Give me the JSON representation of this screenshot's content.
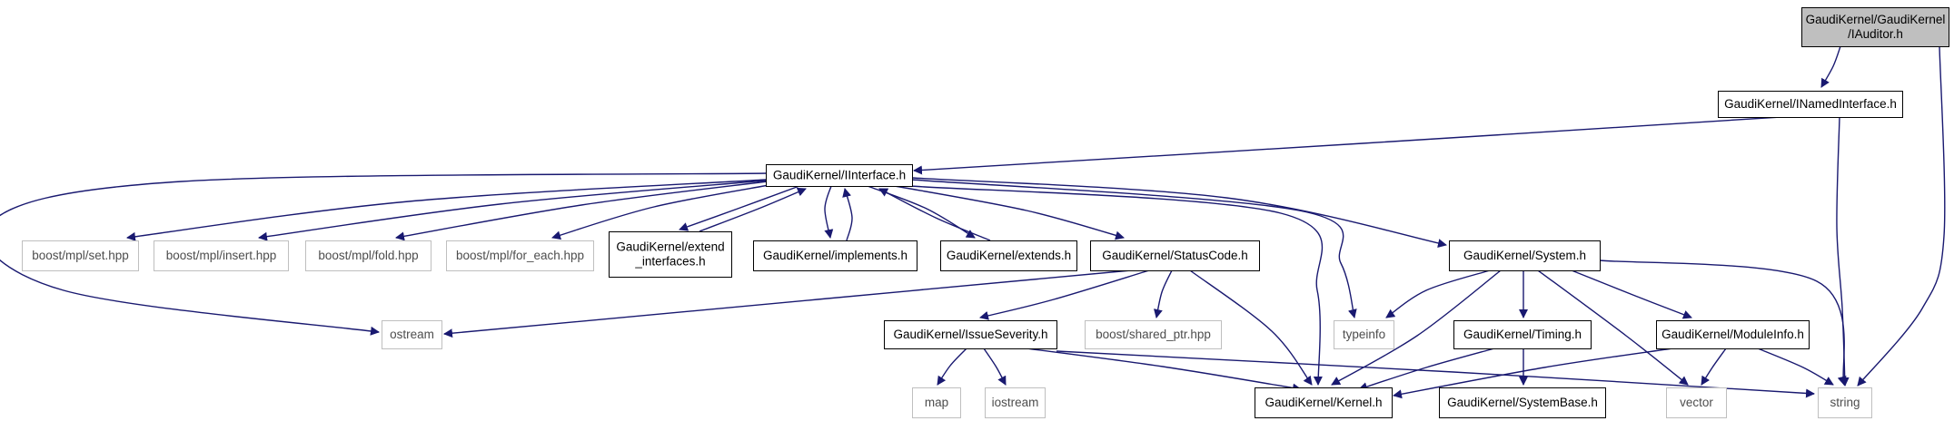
{
  "colors": {
    "edge": "#191970",
    "root_fill": "#bfbfbf",
    "documented_border": "#000000",
    "external_border": "#bfbfbf",
    "documented_text": "#000000",
    "external_text": "#4d4d4d"
  },
  "nodes": [
    {
      "id": "iauditor",
      "lines": [
        "GaudiKernel/GaudiKernel",
        "/IAuditor.h"
      ],
      "kind": "root"
    },
    {
      "id": "inamedinterface",
      "lines": [
        "GaudiKernel/INamedInterface.h"
      ],
      "kind": "documented"
    },
    {
      "id": "iinterface",
      "lines": [
        "GaudiKernel/IInterface.h"
      ],
      "kind": "documented"
    },
    {
      "id": "mpl_set",
      "lines": [
        "boost/mpl/set.hpp"
      ],
      "kind": "external"
    },
    {
      "id": "mpl_insert",
      "lines": [
        "boost/mpl/insert.hpp"
      ],
      "kind": "external"
    },
    {
      "id": "mpl_fold",
      "lines": [
        "boost/mpl/fold.hpp"
      ],
      "kind": "external"
    },
    {
      "id": "mpl_for_each",
      "lines": [
        "boost/mpl/for_each.hpp"
      ],
      "kind": "external"
    },
    {
      "id": "extend_interfaces",
      "lines": [
        "GaudiKernel/extend",
        "_interfaces.h"
      ],
      "kind": "documented"
    },
    {
      "id": "implements",
      "lines": [
        "GaudiKernel/implements.h"
      ],
      "kind": "documented"
    },
    {
      "id": "extends",
      "lines": [
        "GaudiKernel/extends.h"
      ],
      "kind": "documented"
    },
    {
      "id": "statuscode",
      "lines": [
        "GaudiKernel/StatusCode.h"
      ],
      "kind": "documented"
    },
    {
      "id": "system",
      "lines": [
        "GaudiKernel/System.h"
      ],
      "kind": "documented"
    },
    {
      "id": "ostream",
      "lines": [
        "ostream"
      ],
      "kind": "external"
    },
    {
      "id": "issueseverity",
      "lines": [
        "GaudiKernel/IssueSeverity.h"
      ],
      "kind": "documented"
    },
    {
      "id": "shared_ptr",
      "lines": [
        "boost/shared_ptr.hpp"
      ],
      "kind": "external"
    },
    {
      "id": "typeinfo",
      "lines": [
        "typeinfo"
      ],
      "kind": "external"
    },
    {
      "id": "timing",
      "lines": [
        "GaudiKernel/Timing.h"
      ],
      "kind": "documented"
    },
    {
      "id": "moduleinfo",
      "lines": [
        "GaudiKernel/ModuleInfo.h"
      ],
      "kind": "documented"
    },
    {
      "id": "map",
      "lines": [
        "map"
      ],
      "kind": "external"
    },
    {
      "id": "iostream",
      "lines": [
        "iostream"
      ],
      "kind": "external"
    },
    {
      "id": "kernel",
      "lines": [
        "GaudiKernel/Kernel.h"
      ],
      "kind": "documented"
    },
    {
      "id": "systembase",
      "lines": [
        "GaudiKernel/SystemBase.h"
      ],
      "kind": "documented"
    },
    {
      "id": "vector",
      "lines": [
        "vector"
      ],
      "kind": "external"
    },
    {
      "id": "string",
      "lines": [
        "string"
      ],
      "kind": "external"
    }
  ],
  "edges": [
    {
      "from": "iauditor",
      "to": "inamedinterface"
    },
    {
      "from": "iauditor",
      "to": "string"
    },
    {
      "from": "inamedinterface",
      "to": "iinterface"
    },
    {
      "from": "inamedinterface",
      "to": "string"
    },
    {
      "from": "iinterface",
      "to": "mpl_set"
    },
    {
      "from": "iinterface",
      "to": "mpl_insert"
    },
    {
      "from": "iinterface",
      "to": "mpl_fold"
    },
    {
      "from": "iinterface",
      "to": "mpl_for_each"
    },
    {
      "from": "iinterface",
      "to": "extend_interfaces"
    },
    {
      "from": "iinterface",
      "to": "implements"
    },
    {
      "from": "iinterface",
      "to": "extends"
    },
    {
      "from": "iinterface",
      "to": "statuscode"
    },
    {
      "from": "iinterface",
      "to": "ostream"
    },
    {
      "from": "iinterface",
      "to": "typeinfo"
    },
    {
      "from": "iinterface",
      "to": "kernel"
    },
    {
      "from": "iinterface",
      "to": "system"
    },
    {
      "from": "extend_interfaces",
      "to": "iinterface"
    },
    {
      "from": "implements",
      "to": "iinterface"
    },
    {
      "from": "extends",
      "to": "iinterface"
    },
    {
      "from": "statuscode",
      "to": "ostream"
    },
    {
      "from": "statuscode",
      "to": "issueseverity"
    },
    {
      "from": "statuscode",
      "to": "shared_ptr"
    },
    {
      "from": "statuscode",
      "to": "kernel"
    },
    {
      "from": "issueseverity",
      "to": "map"
    },
    {
      "from": "issueseverity",
      "to": "iostream"
    },
    {
      "from": "issueseverity",
      "to": "kernel"
    },
    {
      "from": "issueseverity",
      "to": "string"
    },
    {
      "from": "system",
      "to": "typeinfo"
    },
    {
      "from": "system",
      "to": "kernel"
    },
    {
      "from": "system",
      "to": "timing"
    },
    {
      "from": "system",
      "to": "vector"
    },
    {
      "from": "system",
      "to": "moduleinfo"
    },
    {
      "from": "system",
      "to": "string"
    },
    {
      "from": "timing",
      "to": "kernel"
    },
    {
      "from": "timing",
      "to": "systembase"
    },
    {
      "from": "moduleinfo",
      "to": "kernel"
    },
    {
      "from": "moduleinfo",
      "to": "vector"
    },
    {
      "from": "moduleinfo",
      "to": "string"
    }
  ]
}
